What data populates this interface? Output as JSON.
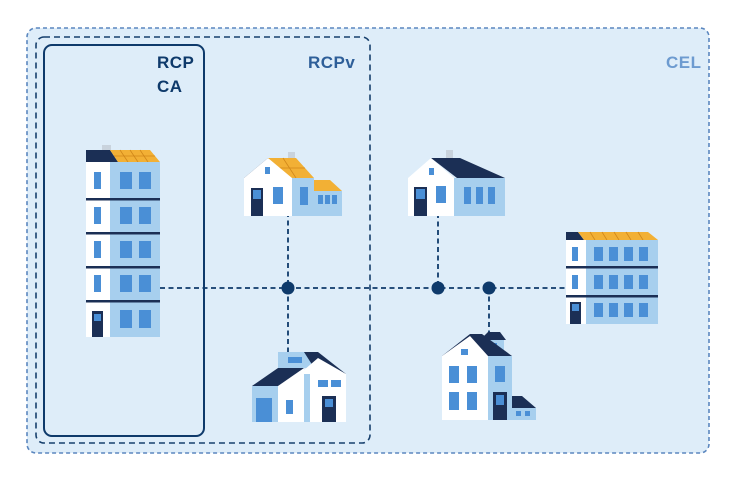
{
  "zones": {
    "cel": {
      "label": "CEL"
    },
    "rcpv": {
      "label": "RCPv"
    },
    "rcp_ca": {
      "line1": "RCP",
      "line2": "CA"
    }
  },
  "colors": {
    "background": "#ffffff",
    "cel_fill": "#deedf9",
    "cel_border": "#5b87bf",
    "cel_label": "#6d9bd0",
    "rcpv_border": "#17406d",
    "rcpv_label": "#2e5f99",
    "rcp_border": "#0e3a6b",
    "rcp_label": "#0e3a6b",
    "network_line": "#0e3a6b",
    "building_light": "#ffffff",
    "building_blue": "#a7cfee",
    "window_blue": "#4a8fd6",
    "roof_dark": "#1b2f55",
    "solar_panel": "#f2b035"
  },
  "icons": {
    "apartment_tall": "apartment-building-icon",
    "house": "house-icon",
    "solar_panel": "solar-panel-icon",
    "network_node": "network-node-icon"
  }
}
